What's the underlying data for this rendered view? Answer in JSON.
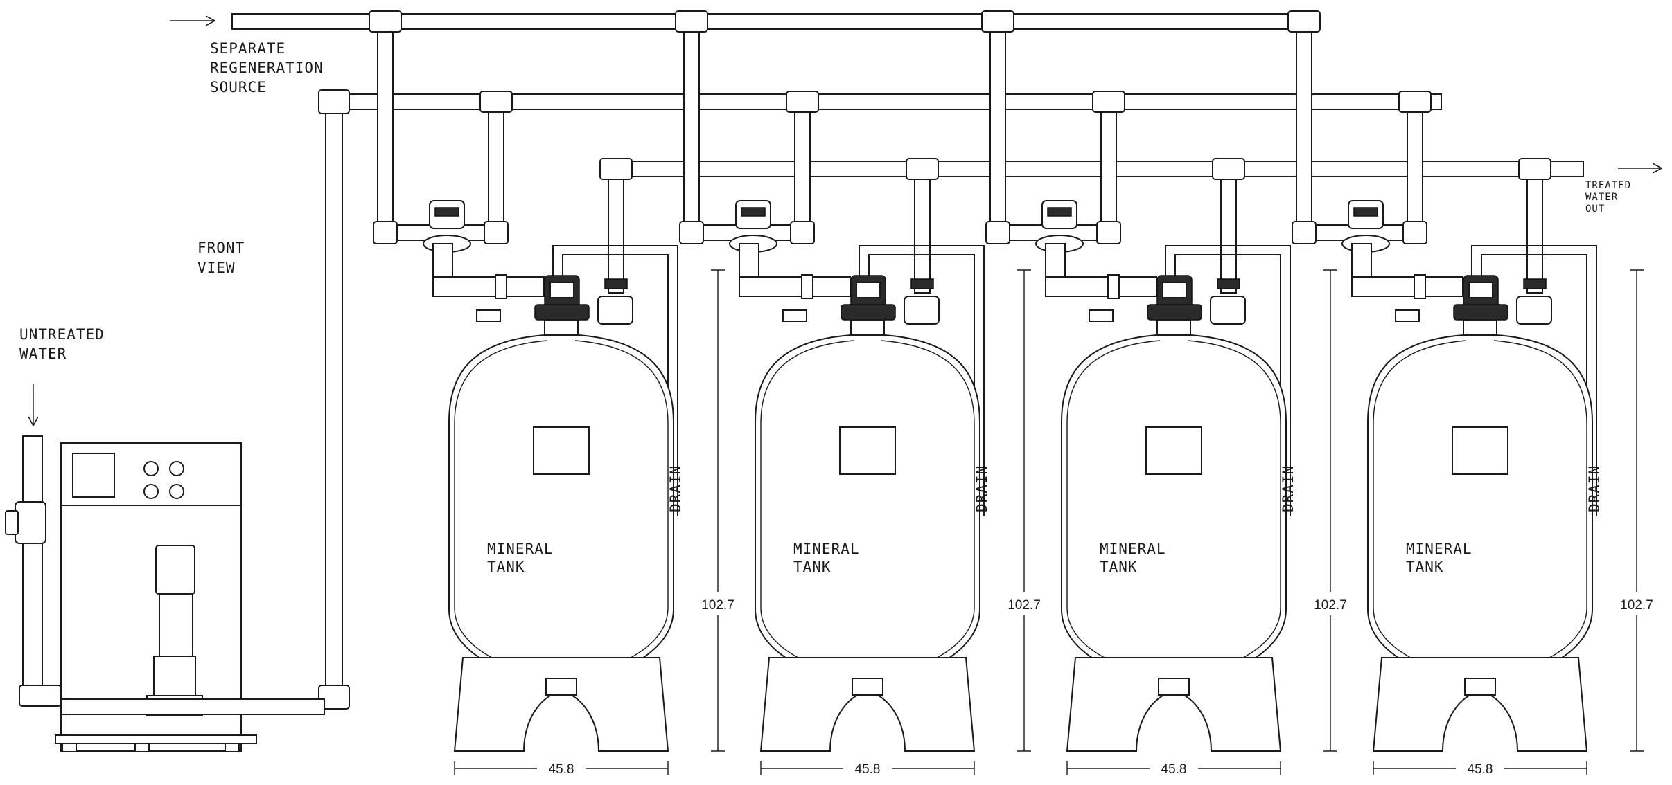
{
  "labels": {
    "regen_source": [
      "SEPARATE",
      "REGENERATION",
      "SOURCE"
    ],
    "front_view": [
      "FRONT",
      "VIEW"
    ],
    "untreated_water": [
      "UNTREATED",
      "WATER"
    ],
    "treated_water_out": [
      "TREATED",
      "WATER",
      "OUT"
    ]
  },
  "tanks": [
    {
      "label": [
        "MINERAL",
        "TANK"
      ],
      "drain": "DRAIN",
      "height_dim": "102.7",
      "width_dim": "45.8"
    },
    {
      "label": [
        "MINERAL",
        "TANK"
      ],
      "drain": "DRAIN",
      "height_dim": "102.7",
      "width_dim": "45.8"
    },
    {
      "label": [
        "MINERAL",
        "TANK"
      ],
      "drain": "DRAIN",
      "height_dim": "102.7",
      "width_dim": "45.8"
    },
    {
      "label": [
        "MINERAL",
        "TANK"
      ],
      "drain": "DRAIN",
      "height_dim": "102.7",
      "width_dim": "45.8"
    }
  ]
}
